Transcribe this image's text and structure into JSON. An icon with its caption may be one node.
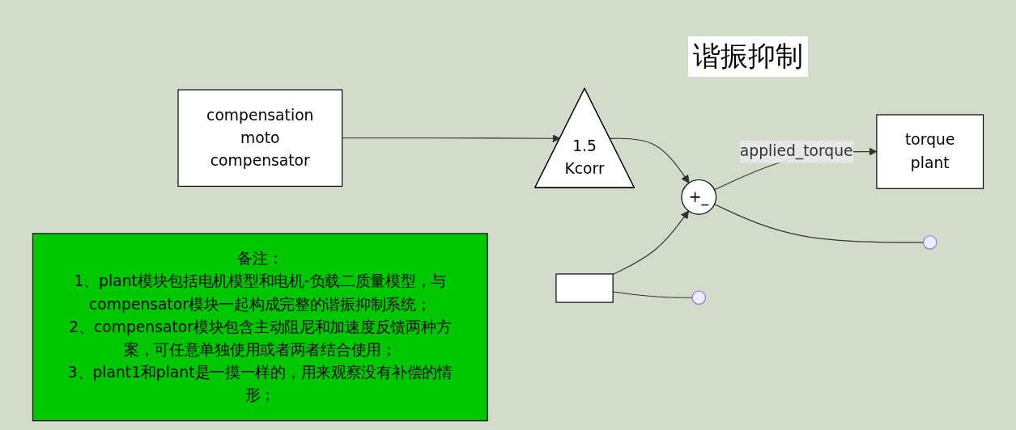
{
  "diagram": {
    "title": "谐振抑制",
    "nodes": [
      {
        "text": [],
        "shape": "box"
      },
      {
        "text": [
          "+_"
        ]
      },
      {
        "text": [
          "torque",
          "plant"
        ]
      },
      {
        "text": [
          "1.5",
          "Kcorr"
        ]
      },
      {
        "text": [
          "compensation",
          "moto",
          "compensator"
        ]
      },
      {
        "text": [
          "备注：",
          "1、plant模块包括电机模型和电机-负载二质量模型，与compensator模块一起构成完整的谐振抑制系统；",
          "2、compensator模块包含主动阻尼和加速度反馈两种方案，可任意单独使用或者两者结合使用；",
          "3、plant1和plant是一摸一样的，用来观察没有补偿的情形；"
        ]
      }
    ],
    "edges": [
      {
        "from": 0,
        "to": 1,
        "arrow": "to"
      },
      {
        "from": 1,
        "to": 2,
        "arrow": "to",
        "label": "applied_torque"
      },
      {
        "from": 4,
        "to": 3,
        "arrow": "to"
      },
      {
        "from": 3,
        "to": 1,
        "arrow": "to"
      },
      {
        "from": 0,
        "to": null,
        "arrow": "none"
      },
      {
        "from": 1,
        "to": null,
        "arrow": "none"
      }
    ]
  }
}
